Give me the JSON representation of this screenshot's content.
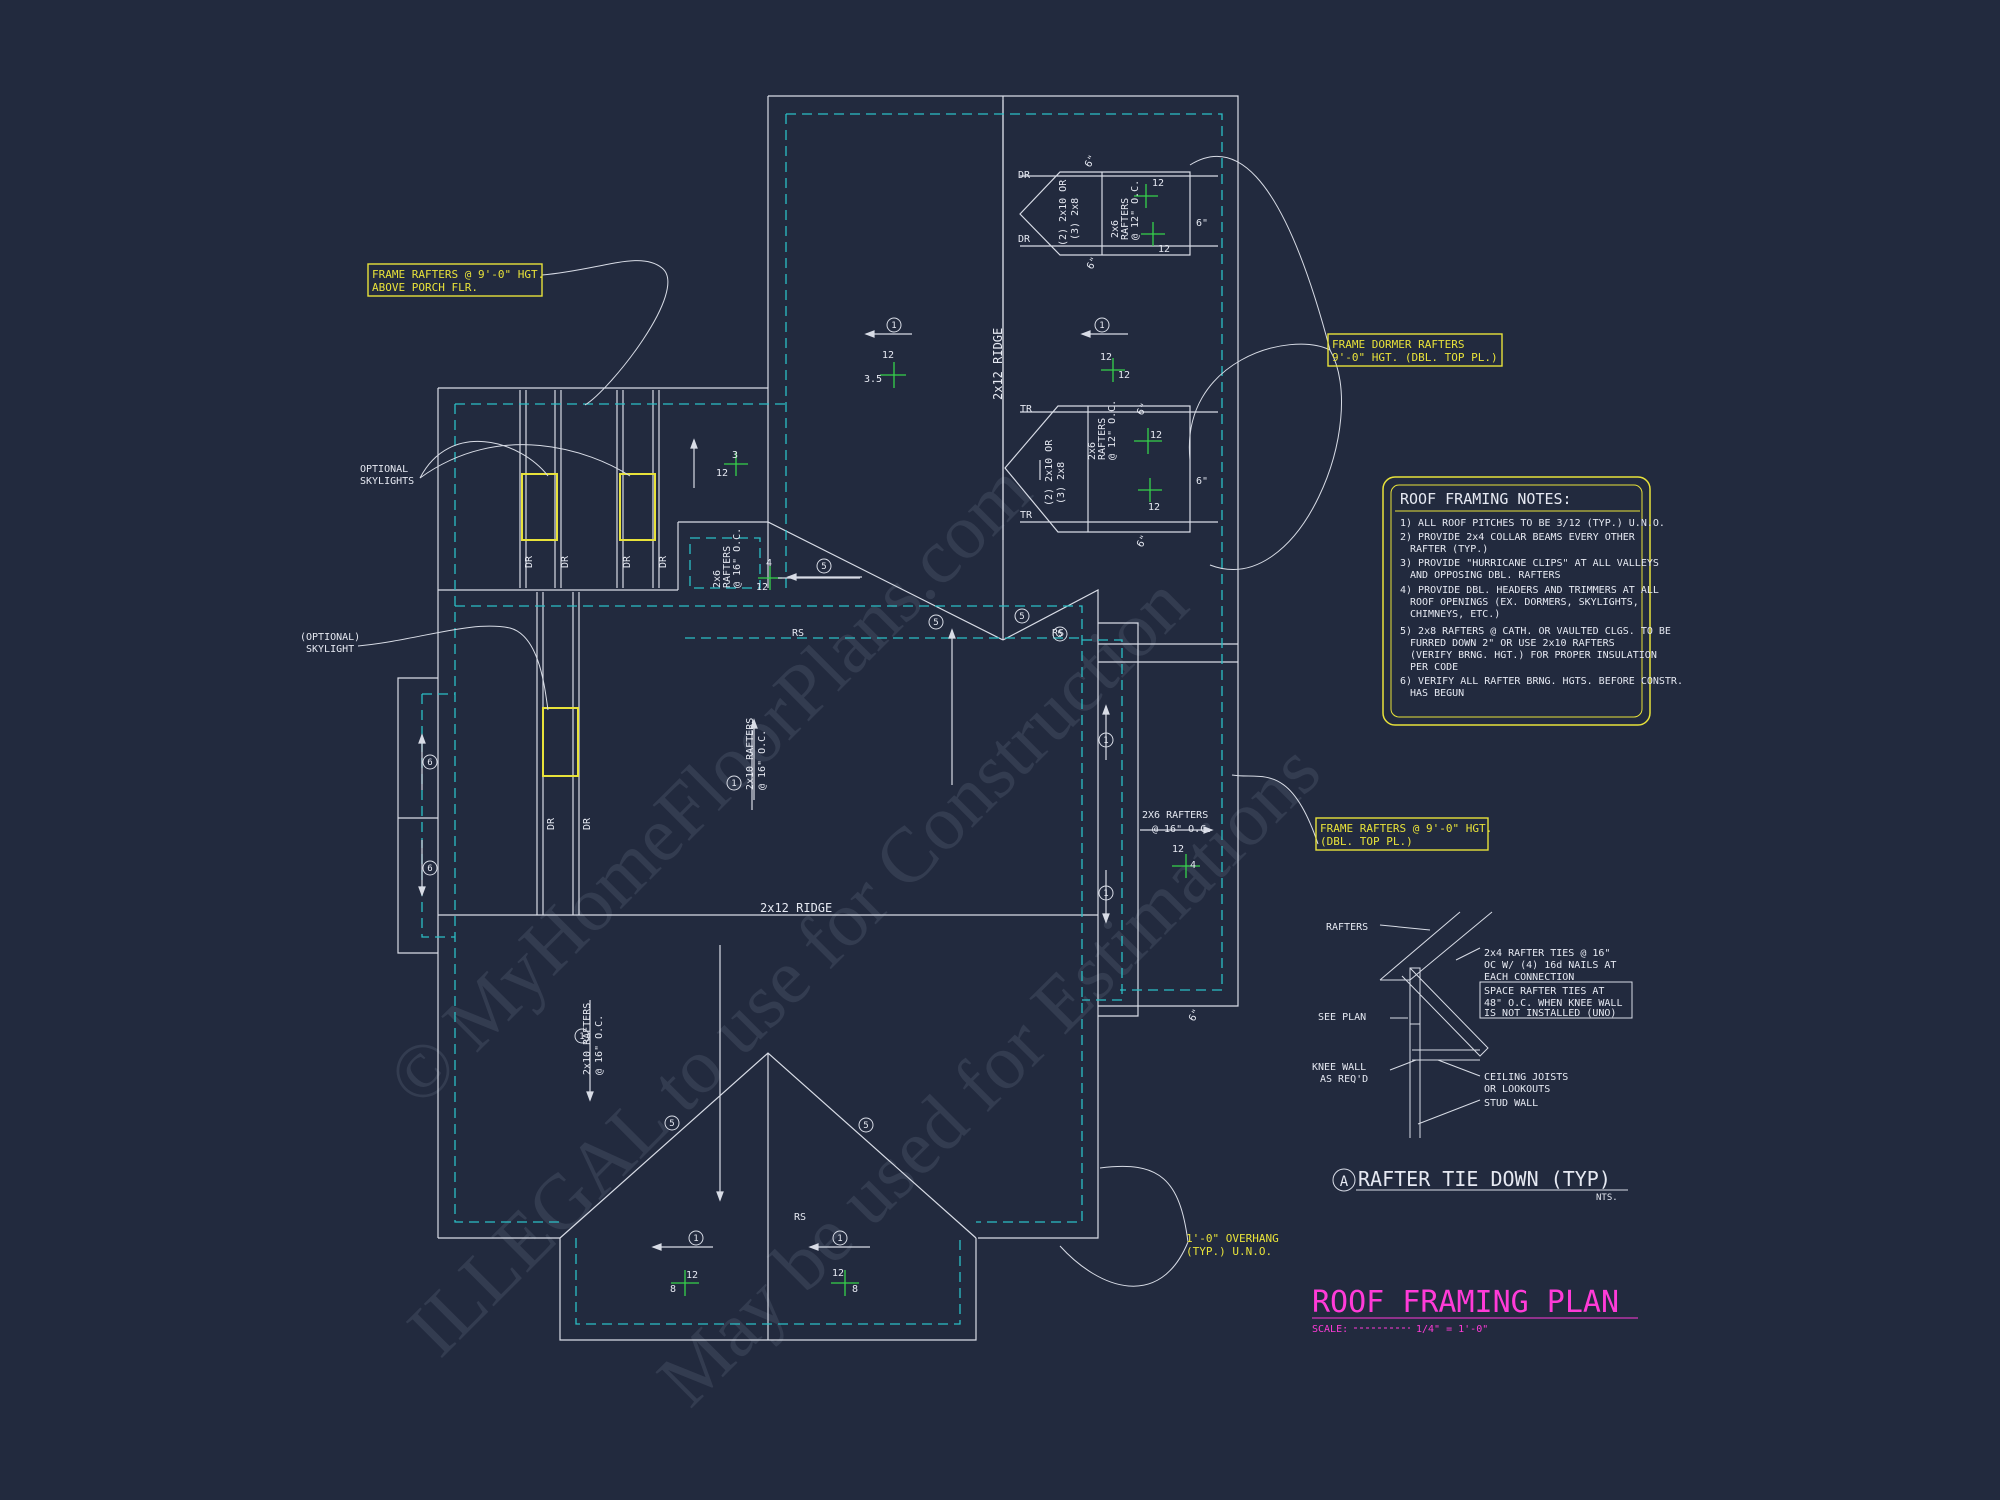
{
  "colors": {
    "background": "#222a3e",
    "line": "#d8dce6",
    "dashed": "#2bbfc6",
    "yellow": "#e8e23a",
    "green": "#35d24a",
    "title": "#ff3bd8"
  },
  "callouts": {
    "porch": [
      "FRAME RAFTERS @ 9'-0\" HGT.",
      "ABOVE PORCH FLR."
    ],
    "dormer": [
      "FRAME DORMER RAFTERS",
      "9'-0\" HGT. (DBL. TOP PL.)"
    ],
    "rafters_9ft": [
      "FRAME RAFTERS @ 9'-0\" HGT.",
      "(DBL. TOP PL.)"
    ],
    "skylights": [
      "OPTIONAL",
      "SKYLIGHTS"
    ],
    "skylight": [
      "(OPTIONAL)",
      "SKYLIGHT"
    ],
    "overhang": [
      "1'-0\" OVERHANG",
      "(TYP.) U.N.O."
    ]
  },
  "labels": {
    "ridge_vertical": "2x12 RIDGE",
    "ridge_horizontal": "2x12 RIDGE",
    "rafters_2x10_upper": [
      "2x10 RAFTERS",
      "@ 16\" O.C."
    ],
    "rafters_2x10_lower": [
      "2x10 RAFTERS",
      "@ 16\" O.C."
    ],
    "rafters_2x6_right": [
      "2X6 RAFTERS",
      "@ 16\" O.C."
    ],
    "rafters_2x6_small": [
      "2x6",
      "RAFTERS",
      "@ 16\" O.C."
    ],
    "dormer_upper_rafters": [
      "2x6",
      "RAFTERS",
      "@ 12\" O.C."
    ],
    "dormer_upper_header": [
      "(2) 2x10 OR",
      "(3) 2x8"
    ],
    "dormer_lower_rafters": [
      "2x6",
      "RAFTERS",
      "@ 12\" O.C."
    ],
    "dormer_lower_header": [
      "(2) 2x10 OR",
      "(3) 2x8"
    ],
    "dr": "DR",
    "tr": "TR",
    "rs": "RS",
    "six_in": "6\"",
    "circle_1": "1",
    "circle_5": "5",
    "circle_6": "6",
    "pitch_12": "12",
    "pitch_35": "3.5",
    "pitch_3": "3",
    "pitch_4": "4",
    "pitch_8": "8"
  },
  "notes": {
    "title": "ROOF FRAMING NOTES:",
    "items": [
      [
        "1) ALL ROOF PITCHES TO BE 3/12 (TYP.) U.N.O."
      ],
      [
        "2) PROVIDE 2x4 COLLAR BEAMS EVERY OTHER",
        "RAFTER (TYP.)"
      ],
      [
        "3) PROVIDE \"HURRICANE CLIPS\" AT ALL VALLEYS",
        "AND OPPOSING DBL. RAFTERS"
      ],
      [
        "4) PROVIDE DBL. HEADERS AND TRIMMERS AT ALL",
        "ROOF OPENINGS (EX. DORMERS, SKYLIGHTS,",
        "CHIMNEYS, ETC.)"
      ],
      [
        "5) 2x8 RAFTERS @ CATH. OR VAULTED CLGS. TO BE",
        "FURRED DOWN 2\" OR USE 2x10 RAFTERS",
        "(VERIFY BRNG. HGT.) FOR PROPER INSULATION",
        "PER CODE"
      ],
      [
        "6) VERIFY ALL RAFTER BRNG. HGTS. BEFORE CONSTR.",
        "HAS BEGUN"
      ]
    ]
  },
  "detail": {
    "rafters": "RAFTERS",
    "ties": [
      "2x4 RAFTER TIES @ 16\"",
      "OC W/ (4) 16d NAILS AT",
      "EACH CONNECTION"
    ],
    "spacing": [
      "SPACE RAFTER TIES AT",
      "48\" O.C. WHEN KNEE WALL",
      "IS NOT INSTALLED (UNO)"
    ],
    "see_plan": "SEE PLAN",
    "knee_wall": [
      "KNEE WALL",
      "AS REQ'D"
    ],
    "ceiling": [
      "CEILING JOISTS",
      "OR LOOKOUTS"
    ],
    "stud_wall": "STUD WALL",
    "title_letter": "A",
    "title": "RAFTER TIE DOWN (TYP)",
    "nts": "NTS."
  },
  "plan_title": {
    "title": "ROOF FRAMING PLAN",
    "scale_label": "SCALE:",
    "scale_value": "1/4\" = 1'-0\""
  },
  "watermark": [
    "© MyHomeFloorPlans.com",
    "ILLEGAL to use for Construction",
    "May be used for Estimations"
  ]
}
